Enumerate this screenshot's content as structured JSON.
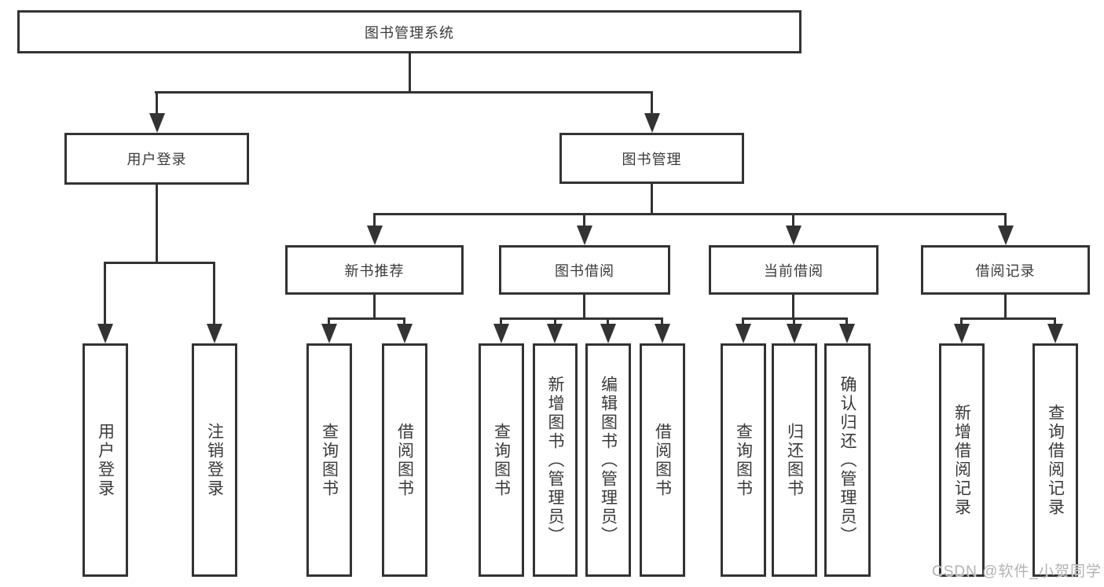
{
  "tree": {
    "label": "图书管理系统",
    "children": [
      {
        "label": "用户登录",
        "children": [
          {
            "label": "用户登录"
          },
          {
            "label": "注销登录"
          }
        ]
      },
      {
        "label": "图书管理",
        "children": [
          {
            "label": "新书推荐",
            "children": [
              {
                "label": "查询图书"
              },
              {
                "label": "借阅图书"
              }
            ]
          },
          {
            "label": "图书借阅",
            "children": [
              {
                "label": "查询图书"
              },
              {
                "label": "新增图书（管理员）"
              },
              {
                "label": "编辑图书（管理员）"
              },
              {
                "label": "借阅图书"
              }
            ]
          },
          {
            "label": "当前借阅",
            "children": [
              {
                "label": "查询图书"
              },
              {
                "label": "归还图书"
              },
              {
                "label": "确认归还（管理员）"
              }
            ]
          },
          {
            "label": "借阅记录",
            "children": [
              {
                "label": "新增借阅记录"
              },
              {
                "label": "查询借阅记录"
              }
            ]
          }
        ]
      }
    ]
  },
  "watermark": {
    "text": "CSDN @软件_小贺同学"
  },
  "colors": {
    "line": "#333333",
    "text": "#3a3a3a",
    "background": "#ffffff",
    "watermark": "#b3b3b3"
  }
}
